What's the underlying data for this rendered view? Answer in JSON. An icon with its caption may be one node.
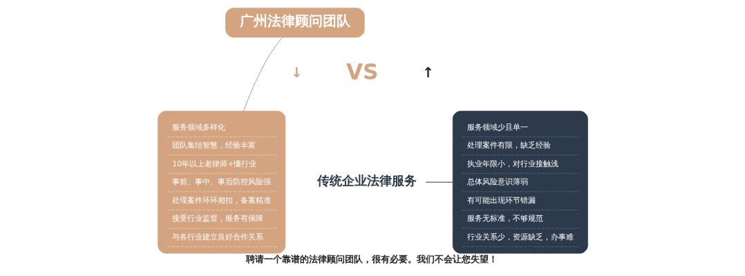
{
  "diagram": {
    "caption": "聘请一个靠谱的法律顾问团队，很有必要。我们不会让您失望！",
    "nodes": [
      {
        "text": [
          "广州法律顾问团队"
        ]
      },
      {
        "text": [
          "服务领域多样化",
          "团队集结智慧，经验丰富",
          "10年以上老律师+懂行业",
          "事前、事中、事后防控风险强",
          "处理案件环环相扣，备案精准",
          "接受行业监督，服务有保障",
          "与各行业建立良好合作关系"
        ]
      },
      {
        "text": [
          "传统企业法律服务"
        ]
      },
      {
        "text": [
          "服务领域少且单一",
          "处理案件有限，缺乏经验",
          "执业年限小，对行业接触浅",
          "总体风险意识薄弱",
          "有可能出现环节错漏",
          "服务无标准，不够规范",
          "行业关系少，资源缺乏，办事难"
        ]
      }
    ],
    "edges": [
      {
        "from": 0,
        "to": 1,
        "arrow": "none",
        "color": "#999999"
      },
      {
        "from": 2,
        "to": 3,
        "arrow": "none",
        "color": "#222222"
      }
    ],
    "labels": [
      "↓",
      "VS",
      "↑"
    ]
  }
}
